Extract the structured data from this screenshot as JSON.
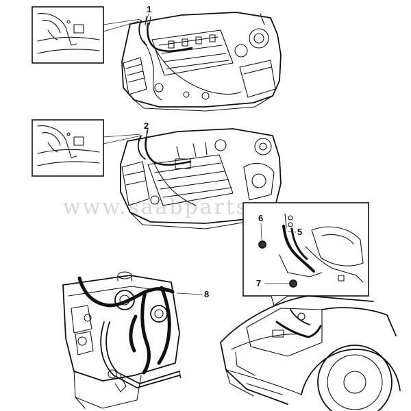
{
  "watermark": "www.saabparts.eu",
  "callouts": [
    {
      "id": "c1",
      "label": "1"
    },
    {
      "id": "c2",
      "label": "2"
    },
    {
      "id": "c5",
      "label": "5"
    },
    {
      "id": "c6",
      "label": "6"
    },
    {
      "id": "c7",
      "label": "7"
    },
    {
      "id": "c8",
      "label": "8"
    }
  ]
}
